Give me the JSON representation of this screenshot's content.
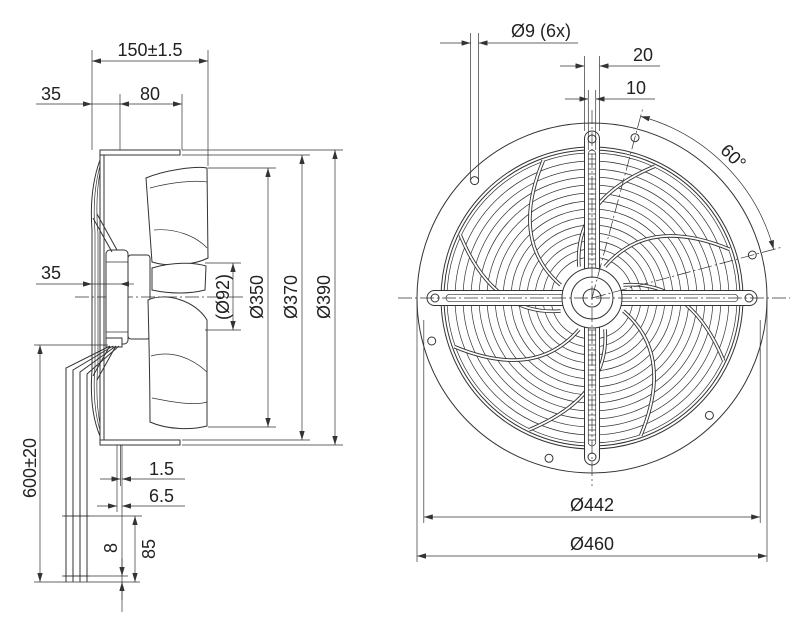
{
  "side_view": {
    "dim_width": "150±1.5",
    "dim_front_offset": "35",
    "dim_motor_depth": "80",
    "dim_center_offset": "35",
    "dim_hub": "(Ø92)",
    "dim_d350": "Ø350",
    "dim_d370": "Ø370",
    "dim_d390": "Ø390",
    "dim_cable_length": "600±20",
    "dim_1_5": "1.5",
    "dim_6_5": "6.5",
    "dim_8": "8",
    "dim_85": "85"
  },
  "front_view": {
    "dim_holes": "Ø9 (6x)",
    "dim_20": "20",
    "dim_10": "10",
    "dim_angle": "60°",
    "dim_d442": "Ø442",
    "dim_d460": "Ø460"
  },
  "colors": {
    "line": "#333333",
    "text": "#222222",
    "background": "#ffffff"
  }
}
